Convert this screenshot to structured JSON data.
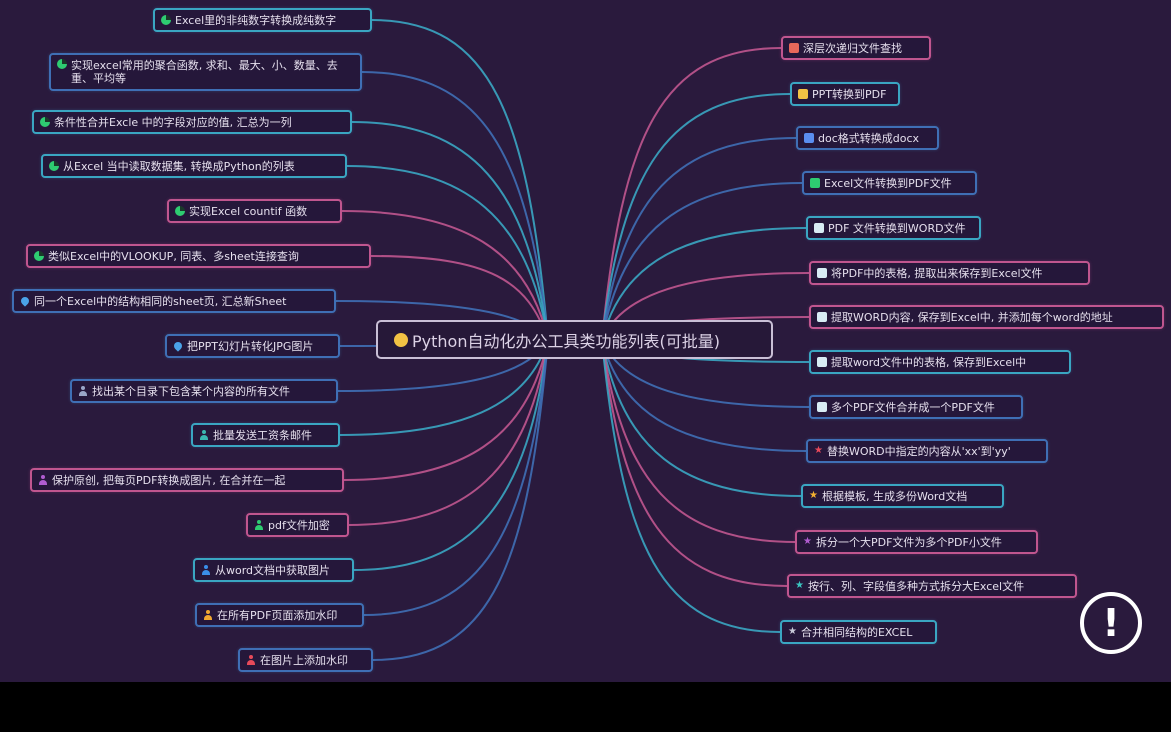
{
  "root": {
    "label": "Python自动化办公工具类功能列表(可批量)",
    "icon": "yellow-dot-icon",
    "color": "#f2c244"
  },
  "colors": {
    "background": "#2a1a3d",
    "pink": "#c0568f",
    "blue": "#3f6fb5",
    "teal": "#3aa6c2",
    "text": "#e6e0ee"
  },
  "left_nodes": [
    {
      "label": "Excel里的非纯数字转换成纯数字",
      "icon": "progress-pie-icon",
      "icon_color": "#2ecc71",
      "border": "teal"
    },
    {
      "label": "实现excel常用的聚合函数, 求和、最大、小、数量、去重、平均等",
      "icon": "progress-pie-icon",
      "icon_color": "#2ecc71",
      "border": "blue"
    },
    {
      "label": "条件性合并Excle 中的字段对应的值, 汇总为一列",
      "icon": "progress-pie-icon",
      "icon_color": "#2ecc71",
      "border": "teal"
    },
    {
      "label": "从Excel 当中读取数据集, 转换成Python的列表",
      "icon": "progress-pie-icon",
      "icon_color": "#2ecc71",
      "border": "teal"
    },
    {
      "label": "实现Excel countif 函数",
      "icon": "progress-pie-icon",
      "icon_color": "#2ecc71",
      "border": "pink"
    },
    {
      "label": "类似Excel中的VLOOKUP, 同表、多sheet连接查询",
      "icon": "progress-pie-icon",
      "icon_color": "#2ecc71",
      "border": "pink"
    },
    {
      "label": "同一个Excel中的结构相同的sheet页, 汇总新Sheet",
      "icon": "drop-icon",
      "icon_color": "#4aa3e8",
      "border": "blue"
    },
    {
      "label": "把PPT幻灯片转化JPG图片",
      "icon": "drop-icon",
      "icon_color": "#4aa3e8",
      "border": "blue"
    },
    {
      "label": "找出某个目录下包含某个内容的所有文件",
      "icon": "person-icon",
      "icon_color": "#9aa6c8",
      "border": "blue"
    },
    {
      "label": "批量发送工资条邮件",
      "icon": "person-icon",
      "icon_color": "#3ab6b0",
      "border": "teal"
    },
    {
      "label": "保护原创, 把每页PDF转换成图片, 在合并在一起",
      "icon": "person-icon",
      "icon_color": "#b05cd0",
      "border": "pink"
    },
    {
      "label": "pdf文件加密",
      "icon": "person-icon",
      "icon_color": "#2ecc71",
      "border": "pink"
    },
    {
      "label": "从word文档中获取图片",
      "icon": "person-icon",
      "icon_color": "#3a8ee8",
      "border": "teal"
    },
    {
      "label": "在所有PDF页面添加水印",
      "icon": "person-icon",
      "icon_color": "#f0a830",
      "border": "blue"
    },
    {
      "label": "在图片上添加水印",
      "icon": "person-icon",
      "icon_color": "#e84a5a",
      "border": "blue"
    }
  ],
  "right_nodes": [
    {
      "label": "深层次递归文件查找",
      "icon": "square-icon",
      "icon_color": "#e8685a",
      "border": "pink"
    },
    {
      "label": "PPT转换到PDF",
      "icon": "square-icon",
      "icon_color": "#f2c244",
      "border": "teal"
    },
    {
      "label": "doc格式转换成docx",
      "icon": "square-icon",
      "icon_color": "#5a8ef0",
      "border": "blue"
    },
    {
      "label": "Excel文件转换到PDF文件",
      "icon": "square-icon",
      "icon_color": "#2ecc71",
      "border": "blue"
    },
    {
      "label": "PDF 文件转换到WORD文件",
      "icon": "square-icon",
      "icon_color": "#d8ecf4",
      "border": "teal"
    },
    {
      "label": "将PDF中的表格, 提取出来保存到Excel文件",
      "icon": "square-icon",
      "icon_color": "#d8ecf4",
      "border": "pink"
    },
    {
      "label": "提取WORD内容, 保存到Excel中, 并添加每个word的地址",
      "icon": "square-icon",
      "icon_color": "#d8ecf4",
      "border": "pink"
    },
    {
      "label": "提取word文件中的表格, 保存到Excel中",
      "icon": "square-icon",
      "icon_color": "#d8ecf4",
      "border": "teal"
    },
    {
      "label": "多个PDF文件合并成一个PDF文件",
      "icon": "square-icon",
      "icon_color": "#d8ecf4",
      "border": "blue"
    },
    {
      "label": "替换WORD中指定的内容从'xx'到'yy'",
      "icon": "star-icon",
      "icon_color": "#e8485a",
      "border": "blue"
    },
    {
      "label": "根据模板, 生成多份Word文档",
      "icon": "star-icon",
      "icon_color": "#f2b030",
      "border": "teal"
    },
    {
      "label": "拆分一个大PDF文件为多个PDF小文件",
      "icon": "star-icon",
      "icon_color": "#b05cd0",
      "border": "pink"
    },
    {
      "label": "按行、列、字段值多种方式拆分大Excel文件",
      "icon": "star-icon",
      "icon_color": "#3ac6c0",
      "border": "pink"
    },
    {
      "label": "合并相同结构的EXCEL",
      "icon": "star-icon",
      "icon_color": "#c8c8d8",
      "border": "teal"
    }
  ],
  "alert": {
    "icon": "exclamation-circle-icon",
    "glyph": "!"
  }
}
